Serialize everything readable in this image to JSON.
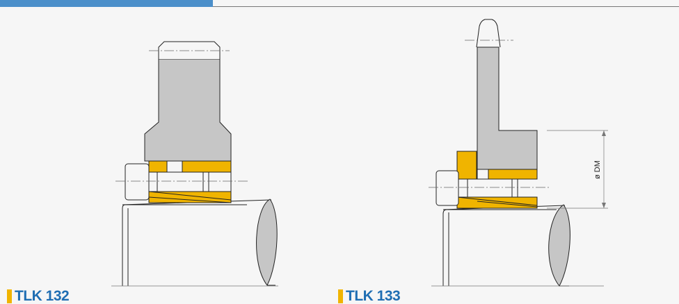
{
  "header": {
    "tab_color": "#4b8fca"
  },
  "colors": {
    "accent": "#f0b400",
    "gray": "#c6c6c6",
    "title": "#1f6eb3"
  },
  "figures": [
    {
      "title": "TLK 132"
    },
    {
      "title": "TLK 133",
      "dimension_label": "ø DM"
    }
  ]
}
